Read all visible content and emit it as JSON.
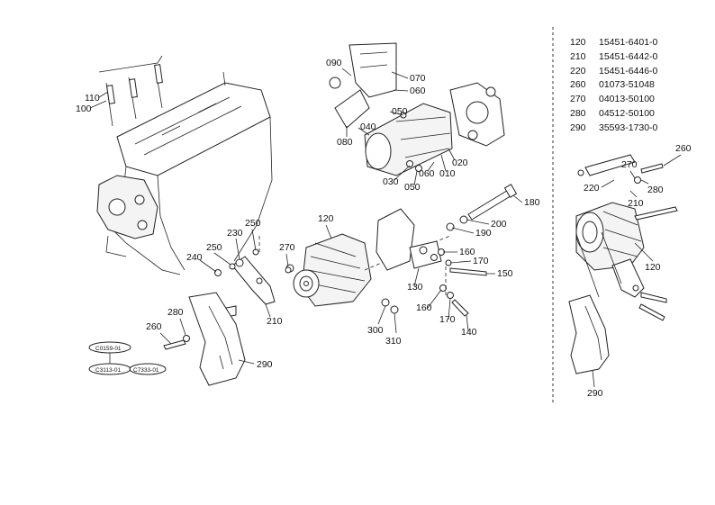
{
  "parts_table": [
    {
      "no": "120",
      "part_number": "15451-6401-0"
    },
    {
      "no": "210",
      "part_number": "15451-6442-0"
    },
    {
      "no": "220",
      "part_number": "15451-6446-0"
    },
    {
      "no": "260",
      "part_number": "01073-51048"
    },
    {
      "no": "270",
      "part_number": "04013-50100"
    },
    {
      "no": "280",
      "part_number": "04512-50100"
    },
    {
      "no": "290",
      "part_number": "35593-1730-0"
    }
  ],
  "callouts": {
    "c110": "110",
    "c100": "100",
    "c090": "090",
    "c070": "070",
    "c060a": "060",
    "c050a": "050",
    "c040": "040",
    "c080": "080",
    "c030": "030",
    "c050b": "050",
    "c060b": "060",
    "c010": "010",
    "c020": "020",
    "c180": "180",
    "c120a": "120",
    "c200": "200",
    "c190": "190",
    "c250a": "250",
    "c230": "230",
    "c250b": "250",
    "c240": "240",
    "c270a": "270",
    "c160a": "160",
    "c170a": "170",
    "c150": "150",
    "c130": "130",
    "c210a": "210",
    "c260a": "260",
    "c280a": "280",
    "c300": "300",
    "c310": "310",
    "c160b": "160",
    "c170b": "170",
    "c140": "140",
    "c290a": "290",
    "c260b": "260",
    "c270b": "270",
    "c220": "220",
    "c280b": "280",
    "c210b": "210",
    "c120b": "120",
    "c290b": "290"
  },
  "reference_codes": [
    "C0159-01",
    "C3113-01",
    "C7333-01"
  ]
}
